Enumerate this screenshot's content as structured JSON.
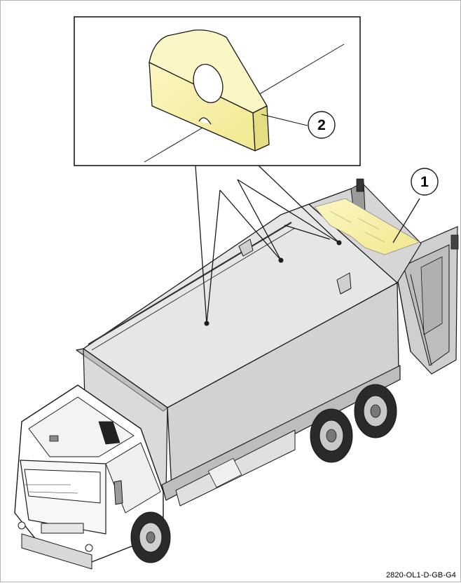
{
  "figure": {
    "callouts": [
      {
        "id": "callout-1",
        "label": "1"
      },
      {
        "id": "callout-2",
        "label": "2"
      }
    ],
    "drawing_code": "2820-OL1-D-GB-G4",
    "colors": {
      "highlight": "#f7f0a6",
      "body": "#e3e3e3",
      "line": "#1a1a1a"
    }
  }
}
